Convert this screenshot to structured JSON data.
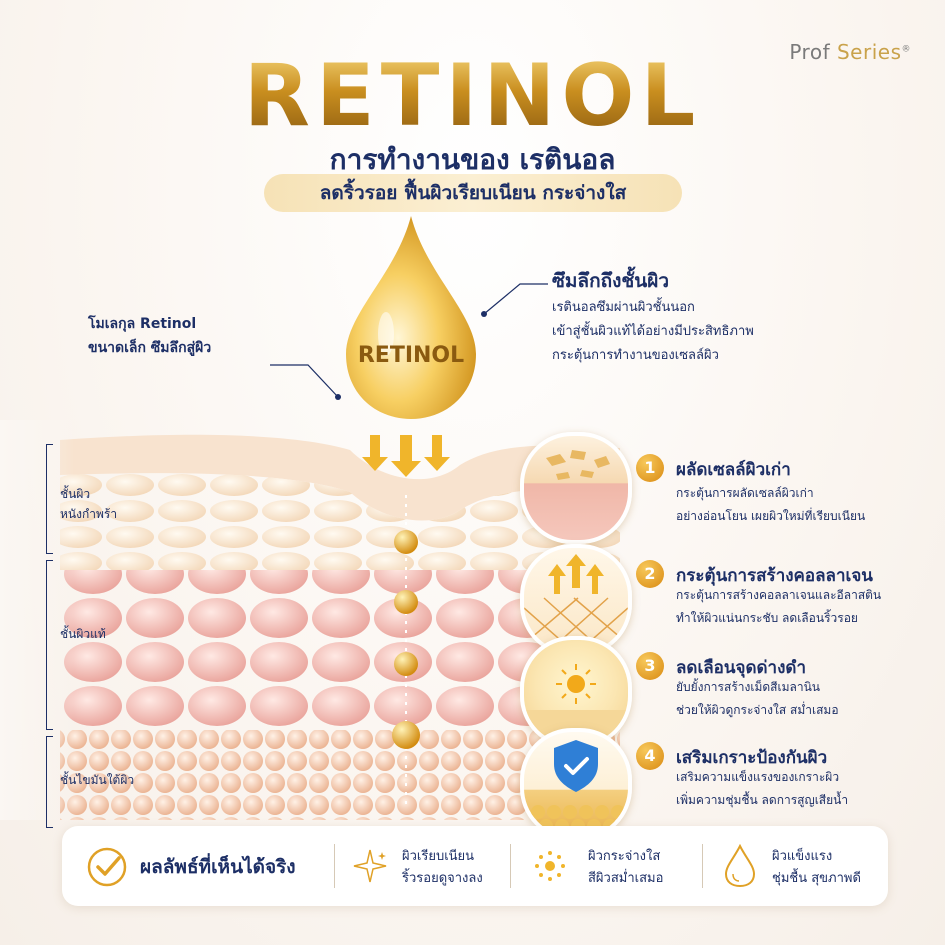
{
  "brand": {
    "prefix": "Prof",
    "suffix": "Series",
    "mark": "®"
  },
  "title": "RETINOL",
  "subtitle": "การทำงานของ เรตินอล",
  "tagline": "ลดริ้วรอย ฟื้นผิวเรียบเนียน กระจ่างใส",
  "drop_label": "RETINOL",
  "left_callout": {
    "line1": "โมเลกุล Retinol",
    "line2": "ขนาดเล็ก ซึมลึกสู่ผิว"
  },
  "right_callout": {
    "title": "ซึมลึกถึงชั้นผิว",
    "lines": [
      "เรตินอลซึมผ่านผิวชั้นนอก",
      "เข้าสู่ชั้นผิวแท้ได้อย่างมีประสิทธิภาพ",
      "กระตุ้นการทำงานของเซลล์ผิว"
    ]
  },
  "layers": [
    {
      "line1": "ชั้นผิว",
      "line2": "หนังกำพร้า"
    },
    {
      "line1": "ชั้นผิวแท้",
      "line2": ""
    },
    {
      "line1": "ชั้นไขมันใต้ผิว",
      "line2": ""
    }
  ],
  "steps": [
    {
      "num": "1",
      "title": "ผลัดเซลล์ผิวเก่า",
      "lines": [
        "กระตุ้นการผลัดเซลล์ผิวเก่า",
        "อย่างอ่อนโยน เผยผิวใหม่ที่เรียบเนียน"
      ],
      "icon": "exfoliation-icon"
    },
    {
      "num": "2",
      "title": "กระตุ้นการสร้างคอลลาเจน",
      "lines": [
        "กระตุ้นการสร้างคอลลาเจนและอีลาสติน",
        "ทำให้ผิวแน่นกระชับ ลดเลือนริ้วรอย"
      ],
      "icon": "collagen-icon"
    },
    {
      "num": "3",
      "title": "ลดเลือนจุดด่างดำ",
      "lines": [
        "ยับยั้งการสร้างเม็ดสีเมลานิน",
        "ช่วยให้ผิวดูกระจ่างใส สม่ำเสมอ"
      ],
      "icon": "brightening-icon"
    },
    {
      "num": "4",
      "title": "เสริมเกราะป้องกันผิว",
      "lines": [
        "เสริมความแข็งแรงของเกราะผิว",
        "เพิ่มความชุ่มชื้น ลดการสูญเสียน้ำ"
      ],
      "icon": "shield-check-icon"
    }
  ],
  "results": {
    "title": "ผลลัพธ์ที่เห็นได้จริง",
    "items": [
      {
        "line1": "ผิวเรียบเนียน",
        "line2": "ริ้วรอยดูจางลง",
        "icon": "sparkle-icon"
      },
      {
        "line1": "ผิวกระจ่างใส",
        "line2": "สีผิวสม่ำเสมอ",
        "icon": "sunburst-icon"
      },
      {
        "line1": "ผิวแข็งแรง",
        "line2": "ชุ่มชื้น สุขภาพดี",
        "icon": "droplet-icon"
      }
    ]
  },
  "colors": {
    "navy": "#1d2f66",
    "gold": "#d98a12",
    "pink": "#f2b8b0",
    "cream": "#fbefd3"
  }
}
